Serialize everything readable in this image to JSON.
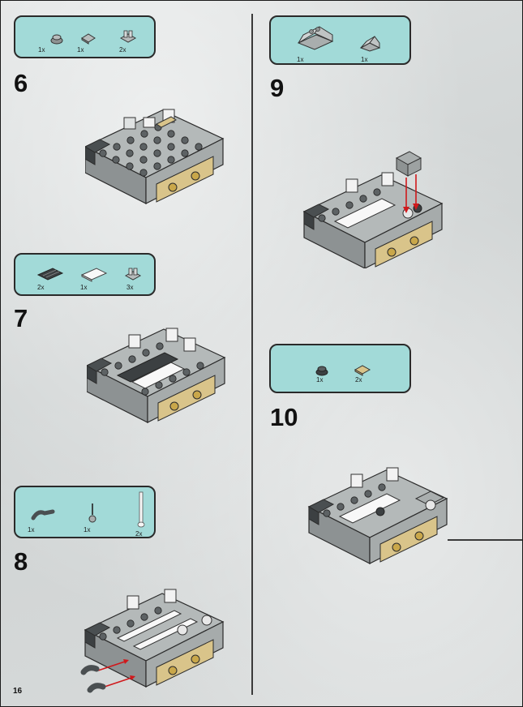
{
  "page_number": "16",
  "colors": {
    "callout_bg": "#a2dad8",
    "light_bluish_gray": "#a9aeae",
    "dark_bluish_gray": "#595e60",
    "tan": "#d9c48a",
    "white": "#f4f4f4",
    "arrow_red": "#d0191c"
  },
  "steps": [
    {
      "number": "6",
      "parts": [
        {
          "qty": "1x",
          "icon": "round-plate-1x1-icon"
        },
        {
          "qty": "1x",
          "icon": "tile-1x1-icon"
        },
        {
          "qty": "2x",
          "icon": "clip-plate-icon"
        }
      ]
    },
    {
      "number": "7",
      "parts": [
        {
          "qty": "2x",
          "icon": "grille-tile-icon"
        },
        {
          "qty": "1x",
          "icon": "white-tile-1x2-icon"
        },
        {
          "qty": "3x",
          "icon": "clip-plate-icon"
        }
      ]
    },
    {
      "number": "8",
      "parts": [
        {
          "qty": "1x",
          "icon": "bar-holder-icon"
        },
        {
          "qty": "1x",
          "icon": "antenna-icon"
        },
        {
          "qty": "2x",
          "icon": "white-bar-icon"
        }
      ]
    },
    {
      "number": "9",
      "parts": [
        {
          "qty": "1x",
          "icon": "slope-2x4-icon"
        },
        {
          "qty": "1x",
          "icon": "slope-1x2-icon"
        }
      ]
    },
    {
      "number": "10",
      "parts": [
        {
          "qty": "1x",
          "icon": "round-plate-dark-icon"
        },
        {
          "qty": "2x",
          "icon": "tile-tan-icon"
        }
      ]
    }
  ]
}
